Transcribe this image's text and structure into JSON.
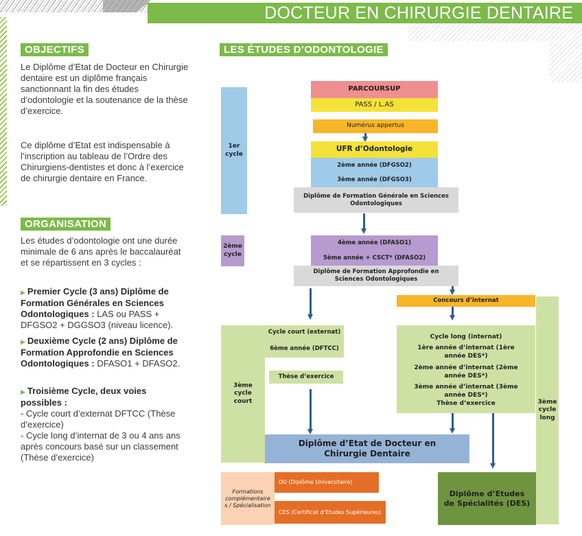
{
  "header": {
    "title": "DOCTEUR EN CHIRURGIE DENTAIRE"
  },
  "left": {
    "objectifs_heading": "OBJECTIFS",
    "objectifs_p1": "Le Diplôme d’Etat de Docteur en Chirurgie dentaire est un diplôme français sanctionnant la fin des études d’odontologie et la soutenance de la thèse d’exercice.",
    "objectifs_p2": "Ce diplôme d’Etat est indispensable à l’inscription au tableau de l’Ordre des Chirurgiens-dentistes et donc à l’exercice de chirurgie dentaire en France.",
    "organisation_heading": "ORGANISATION",
    "organisation_p1": "Les études d’odontologie ont une durée minimale de 6 ans après le baccalauréat et se répartissent en 3 cycles :",
    "cycle1_bold": "Premier Cycle (3 ans) Diplôme de Formation Générales en Sciences Odontologiques :",
    "cycle1_text": " LAS ou PASS + DFGSO2 + DGGSO3 (niveau licence).",
    "cycle2_bold": "Deuxième Cycle (2 ans) Diplôme de Formation Approfondie en Sciences Odontologiques :",
    "cycle2_text": " DFASO1 + DFASO2.",
    "cycle3_bold": "Troisième Cycle, deux voies possibles :",
    "cycle3_line1": "- Cycle court d’externat DFTCC (Thèse d’exercice)",
    "cycle3_line2": "- Cycle long d’internat de 3 ou 4 ans ans après concours basé sur un classement (Thèse d’exercice)",
    "bullet_glyph": "▶"
  },
  "right": {
    "heading": "LES ÉTUDES D’ODONTOLOGIE",
    "cycle1_label": "1er cycle",
    "cycle2_label": "2ème cycle",
    "cycle3_court_label": "3ème cycle court",
    "cycle3_long_label": "3ème cycle long",
    "parcoursup": "PARCOURSUP",
    "pass_las": "PASS / L.AS",
    "numerus": "Numérus appertus",
    "ufr": "UFR  d’Odontologie",
    "dfgso2": "2ème année (DFGSO2)",
    "dfgso3": "3ème année (DFGSO3)",
    "dfgso_diploma": "Diplôme de Formation Générale en Sciences Odontologiques",
    "dfaso1": "4ème année (DFASO1)",
    "dfaso2": "5ème année + CSCT* (DFASO2)",
    "dfaso_diploma": "Diplôme de Formation Approfondie en Sciences Odontologiques",
    "concours": "Concours d’internat",
    "cycle_court": "Cycle court (externat)",
    "dftcc": "6ème année (DFTCC)",
    "these_court": "Thèse d’exercice",
    "cycle_long": "Cycle long (internat)",
    "des1": "1ère année d’internat  (1ère année DES*)",
    "des2": "2ème année d’internat (2ème année DES*)",
    "des3": "3ème année d’internat (3ème année DES*)",
    "these_long": "Thèse d’exercice",
    "final_diploma": "Diplôme d’Etat de Docteur en Chirurgie Dentaire",
    "formations": "Formations complémentaire s / Spécialisation",
    "du": "DU (Diplôme Universitaire)",
    "ces": "CES (Certificat d’Etudes Supérieures)",
    "des_diploma": "Diplôme d’Etudes de Spécialités (DES)"
  },
  "colors": {
    "green": "#7cba4a",
    "light_blue": "#9fcbe9",
    "salmon": "#ef8f8f",
    "yellow": "#f4e23a",
    "orange": "#f9b529",
    "grey": "#d9d9d9",
    "purple": "#b79ad0",
    "light_green": "#cee1a4",
    "steel_blue": "#95b3d7",
    "peach": "#fbd3b4",
    "dark_orange": "#e46e26",
    "olive": "#6f9440",
    "arrow_blue": "#2f5d8f"
  }
}
